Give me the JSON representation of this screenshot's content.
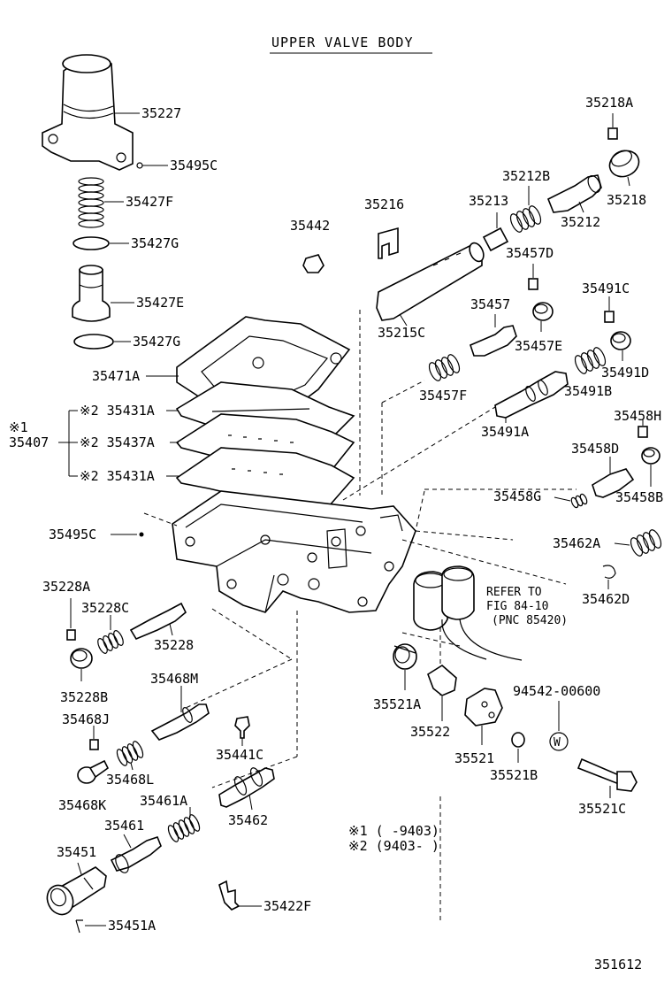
{
  "title": "UPPER VALVE BODY",
  "figure_number": "351612",
  "refer_note": {
    "line1": "REFER TO",
    "line2": "FIG 84-10",
    "line3": "(PNC 85420)"
  },
  "group_label": "35407",
  "group_mark": "※1",
  "footnotes": [
    "※1 (      -9403)",
    "※2 (9403-      )"
  ],
  "part_labels": {
    "p35227": "35227",
    "p35495C_top": "35495C",
    "p35427F": "35427F",
    "p35427G_a": "35427G",
    "p35427E": "35427E",
    "p35427G_b": "35427G",
    "p35471A": "35471A",
    "p35431A_a": "※2 35431A",
    "p35437A": "※2 35437A",
    "p35431A_b": "※2 35431A",
    "p35495C_mid": "35495C",
    "p35442": "35442",
    "p35216": "35216",
    "p35215C": "35215C",
    "p35213": "35213",
    "p35212B": "35212B",
    "p35212": "35212",
    "p35218A": "35218A",
    "p35218": "35218",
    "p35457D": "35457D",
    "p35457": "35457",
    "p35457E": "35457E",
    "p35457F": "35457F",
    "p35491C": "35491C",
    "p35491D": "35491D",
    "p35491B": "35491B",
    "p35491A": "35491A",
    "p35458H": "35458H",
    "p35458D": "35458D",
    "p35458B": "35458B",
    "p35458G": "35458G",
    "p35462A": "35462A",
    "p35462D": "35462D",
    "p35228A": "35228A",
    "p35228C": "35228C",
    "p35228": "35228",
    "p35228B": "35228B",
    "p35468M": "35468M",
    "p35468J": "35468J",
    "p35468L": "35468L",
    "p35468K": "35468K",
    "p35441C": "35441C",
    "p35461A": "35461A",
    "p35461": "35461",
    "p35462": "35462",
    "p35451": "35451",
    "p35451A": "35451A",
    "p35422F": "35422F",
    "p35521A": "35521A",
    "p35522": "35522",
    "p35521": "35521",
    "p35521B": "35521B",
    "p94542": "94542-00600",
    "p35521C": "35521C"
  }
}
